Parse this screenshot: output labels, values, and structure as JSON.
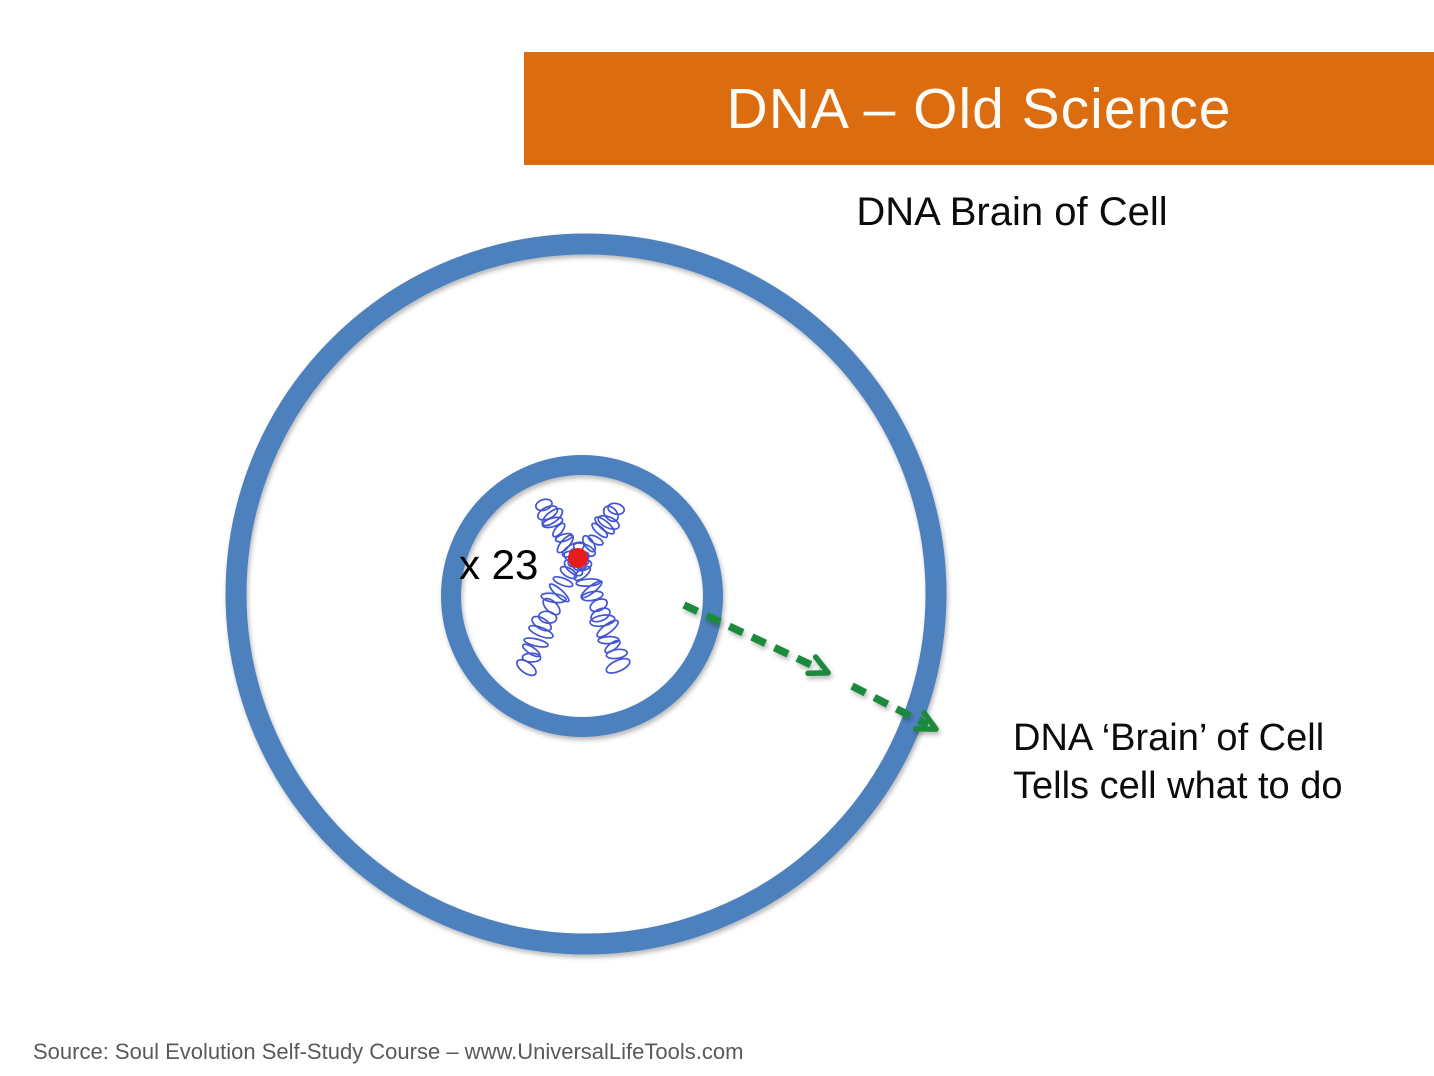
{
  "banner": {
    "title": "DNA – Old Science",
    "bg_color": "#DC6C10",
    "text_color": "#FDFBF5"
  },
  "subtitle": {
    "text": "DNA Brain of Cell"
  },
  "diagram": {
    "chromosome_count_label": "x 23",
    "cell_ring_color": "#4D81BE",
    "arrow_color": "#1E8A3C",
    "chromosome_color": "#4355D0",
    "centromere_color": "#E91C1C",
    "annotation": {
      "line1": "DNA ‘Brain’ of Cell",
      "line2": "Tells cell what to do"
    }
  },
  "footer": {
    "source_text": "Source: Soul Evolution Self-Study Course – www.UniversalLifeTools.com",
    "text_color": "#595959"
  }
}
